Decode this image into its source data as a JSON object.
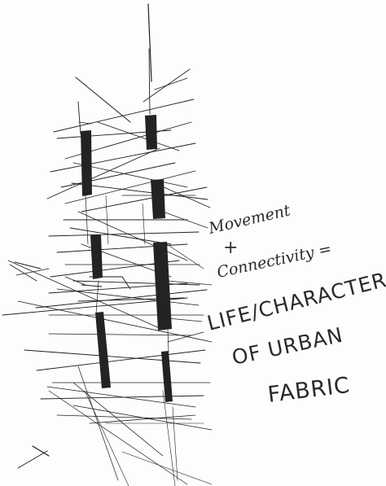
{
  "annotation": {
    "line1": "Movement",
    "line2": "+",
    "line3": "Connectivity =",
    "line4": "LIFE/CHARACTER",
    "line5": "OF URBAN",
    "line6": "FABRIC"
  },
  "colors": {
    "ink": "#1e1e1e",
    "paper": "#fdfdfc",
    "bar": "#232323"
  }
}
